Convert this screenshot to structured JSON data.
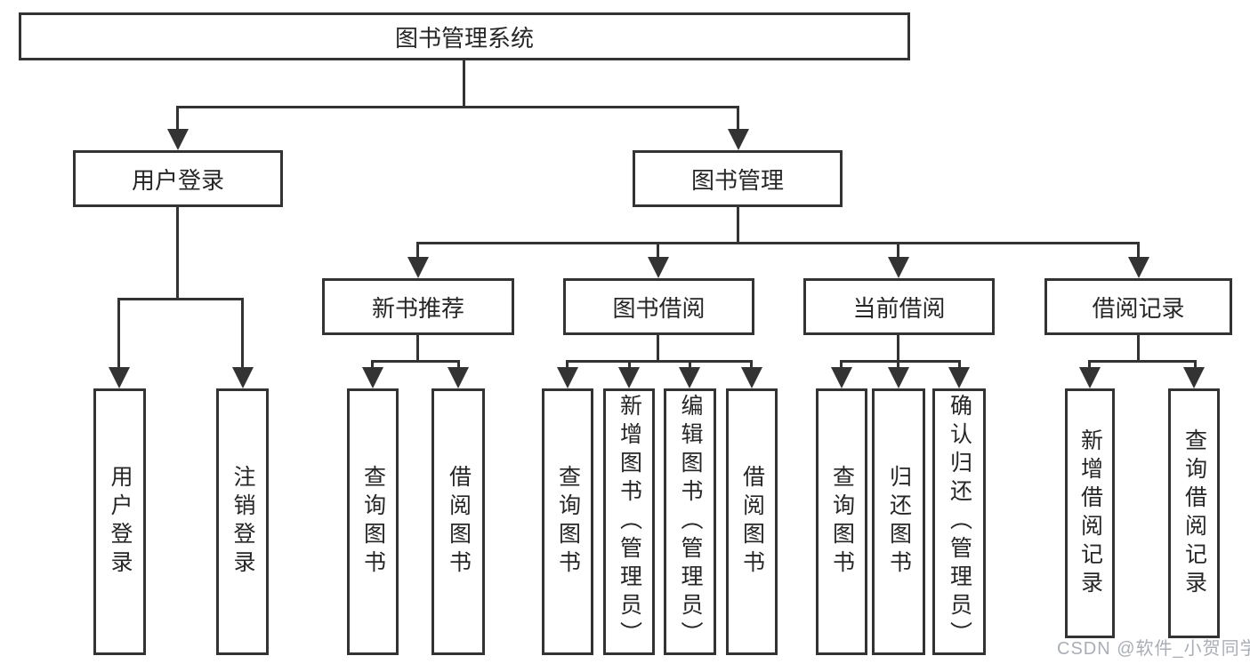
{
  "diagram": {
    "root": {
      "label": "图书管理系统"
    },
    "level2": {
      "user_login": {
        "label": "用户登录"
      },
      "book_management": {
        "label": "图书管理"
      }
    },
    "level3": {
      "new_book_recommendation": {
        "label": "新书推荐"
      },
      "book_borrowing": {
        "label": "图书借阅"
      },
      "current_borrowing": {
        "label": "当前借阅"
      },
      "borrowing_records": {
        "label": "借阅记录"
      }
    },
    "level4": {
      "user_login_leaf": {
        "label": "用户登录"
      },
      "logout": {
        "label": "注销登录"
      },
      "query_books_recommend": {
        "label": "查询图书"
      },
      "borrow_books_recommend": {
        "label": "借阅图书"
      },
      "query_books_borrowing": {
        "label": "查询图书"
      },
      "add_books_admin": {
        "label": "新增图书（管理员）"
      },
      "edit_books_admin": {
        "label": "编辑图书（管理员）"
      },
      "borrow_books_borrowing": {
        "label": "借阅图书"
      },
      "query_books_current": {
        "label": "查询图书"
      },
      "return_books": {
        "label": "归还图书"
      },
      "confirm_return_admin": {
        "label": "确认归还（管理员）"
      },
      "add_borrowing_record": {
        "label": "新增借阅记录"
      },
      "query_borrowing_record": {
        "label": "查询借阅记录"
      }
    }
  },
  "watermark": {
    "text": "CSDN @软件_小贺同学"
  },
  "colors": {
    "line": "#333333",
    "text": "#262626",
    "watermark": "#a9aeb6",
    "background": "#ffffff"
  }
}
